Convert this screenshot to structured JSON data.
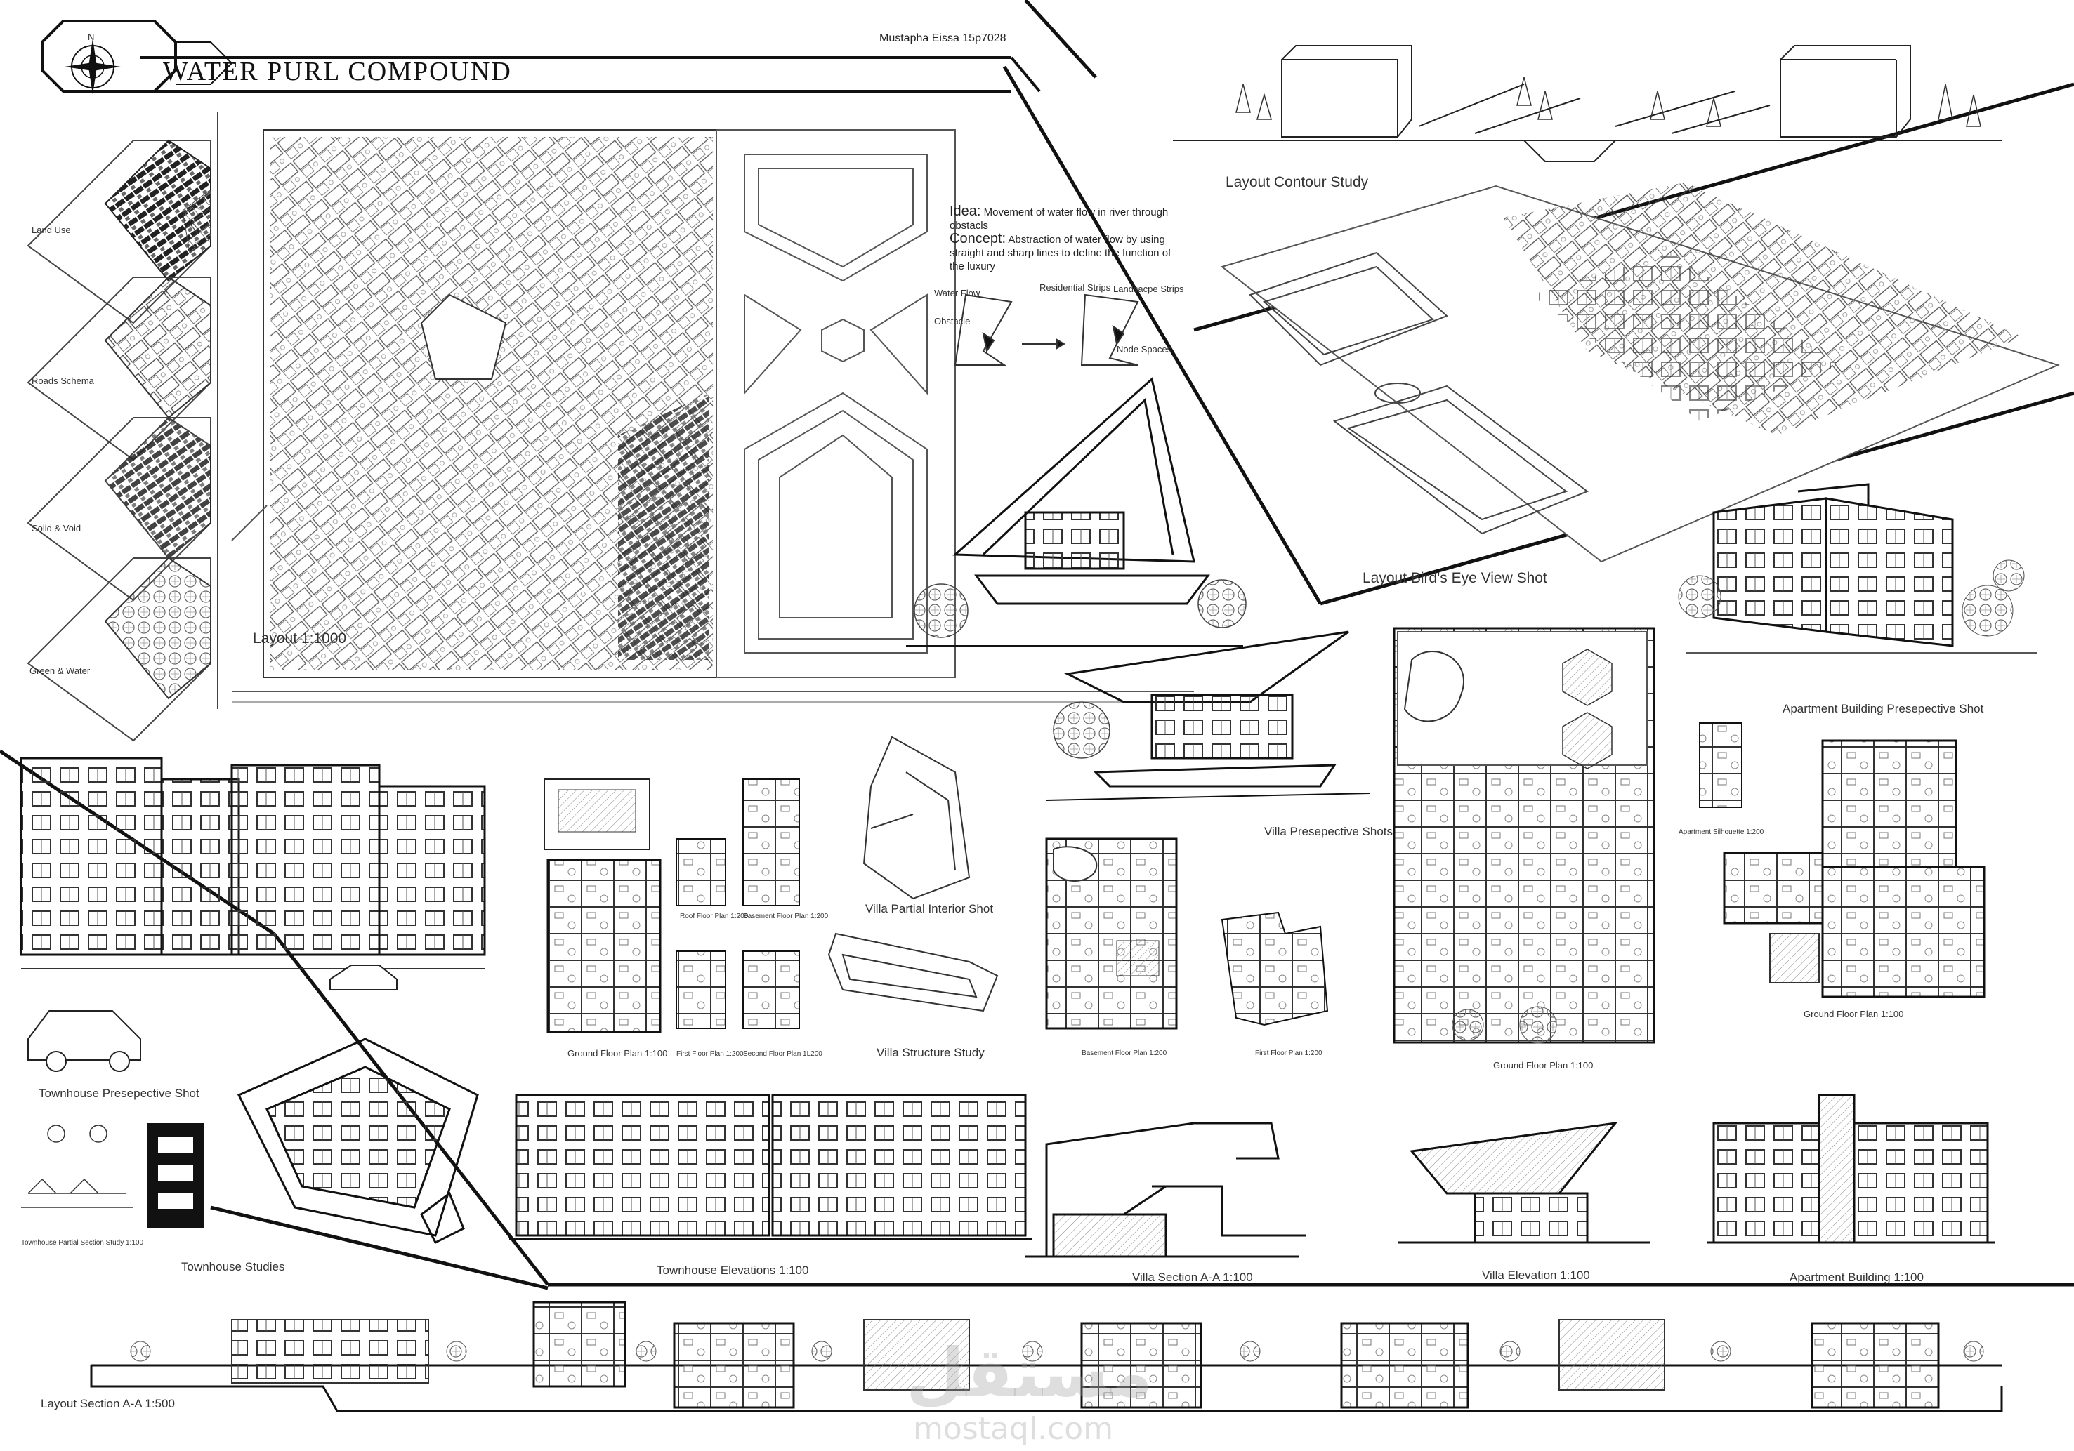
{
  "header": {
    "title": "WATER PURL COMPOUND",
    "author": "Mustapha Eissa 15p7028",
    "north_label": "N"
  },
  "concept": {
    "idea_label": "Idea:",
    "idea_text": "Movement of water flow in river through obstacls",
    "concept_label": "Concept:",
    "concept_text": "Abstraction of water flow by using straight and sharp lines to define the function of the luxury",
    "diagram_labels": {
      "water_flow": "Water Flow",
      "obstacle": "Obstacle",
      "residential_strips": "Residential Strips",
      "landscape_strips": "Landsacpe Strips",
      "node_spaces": "Node Spaces"
    }
  },
  "analysis": [
    "Land Use",
    "Roads Schema",
    "Solid & Void",
    "Green & Water"
  ],
  "captions": {
    "layout": "Layout 1:1000",
    "contour": "Layout Contour Study",
    "birds_eye": "Layout Bird's Eye View Shot",
    "apt_perspective": "Apartment Building Presepective Shot",
    "villa_perspective": "Villa Presepective Shots",
    "villa_interior": "Villa Partial Interior Shot",
    "villa_structure": "Villa Structure Study",
    "townhouse_perspective": "Townhouse Presepective Shot",
    "townhouse_studies": "Townhouse Studies",
    "townhouse_ground": "Ground Floor Plan 1:100",
    "townhouse_roof": "Roof Floor Plan 1:200",
    "townhouse_basement": "Basement Floor Plan 1:200",
    "townhouse_first": "First Floor Plan 1:200",
    "townhouse_second": "Second Floor Plan 1L200",
    "villa_basement": "Basement Floor Plan 1:200",
    "villa_first": "First Floor Plan 1:200",
    "villa_ground": "Ground Floor Plan 1:100",
    "apt_silhouette": "Apartment Silhouette 1:200",
    "apt_ground": "Ground Floor Plan 1:100",
    "townhouse_elev": "Townhouse Elevations 1:100",
    "villa_section": "Villa Section A-A 1:100",
    "villa_elev": "Villa Elevation 1:100",
    "apt_building": "Apartment Building 1:100",
    "section": "Layout Section A-A 1:500",
    "townhouse_partial_section": "Townhouse Partial Section Study 1:100"
  },
  "watermark": {
    "main": "مستقل",
    "sub": "mostaql.com"
  },
  "colors": {
    "ink": "#111111",
    "line": "#555555",
    "fill": "#ffffff"
  }
}
